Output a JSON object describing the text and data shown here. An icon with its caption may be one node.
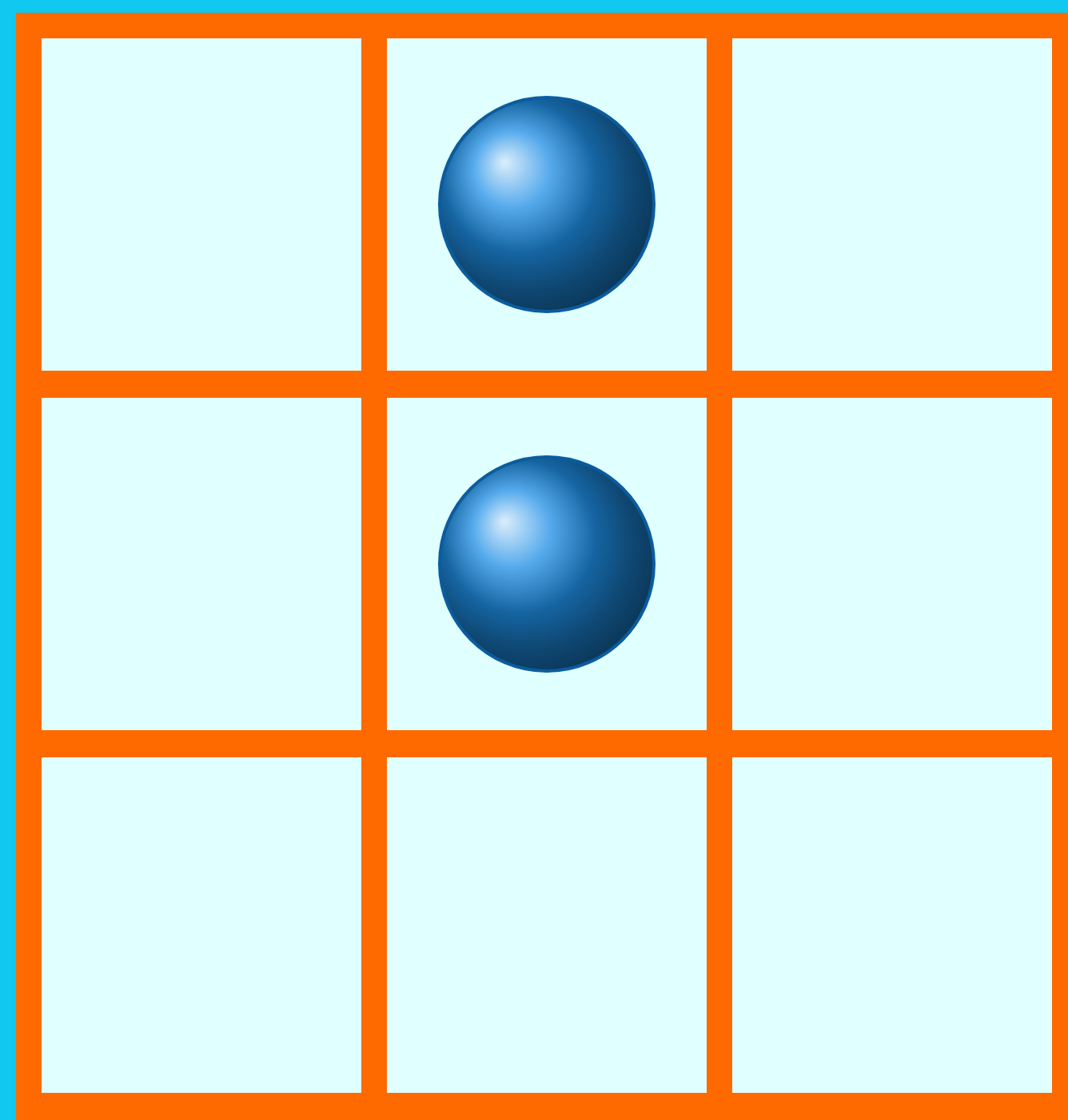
{
  "diagram": {
    "nodes": [
      {
        "text": [],
        "shape": "box"
      },
      {
        "text": [],
        "shape": "box"
      },
      {
        "text": [],
        "shape": "box"
      },
      {
        "text": [],
        "shape": "box"
      },
      {
        "text": [],
        "shape": "box"
      },
      {
        "text": [],
        "shape": "box"
      },
      {
        "text": [],
        "shape": "box"
      },
      {
        "text": [],
        "shape": "box"
      },
      {
        "text": [],
        "shape": "box"
      },
      {
        "text": [],
        "shape": "circle",
        "in": 1
      },
      {
        "text": [],
        "shape": "circle",
        "in": 4
      }
    ]
  }
}
